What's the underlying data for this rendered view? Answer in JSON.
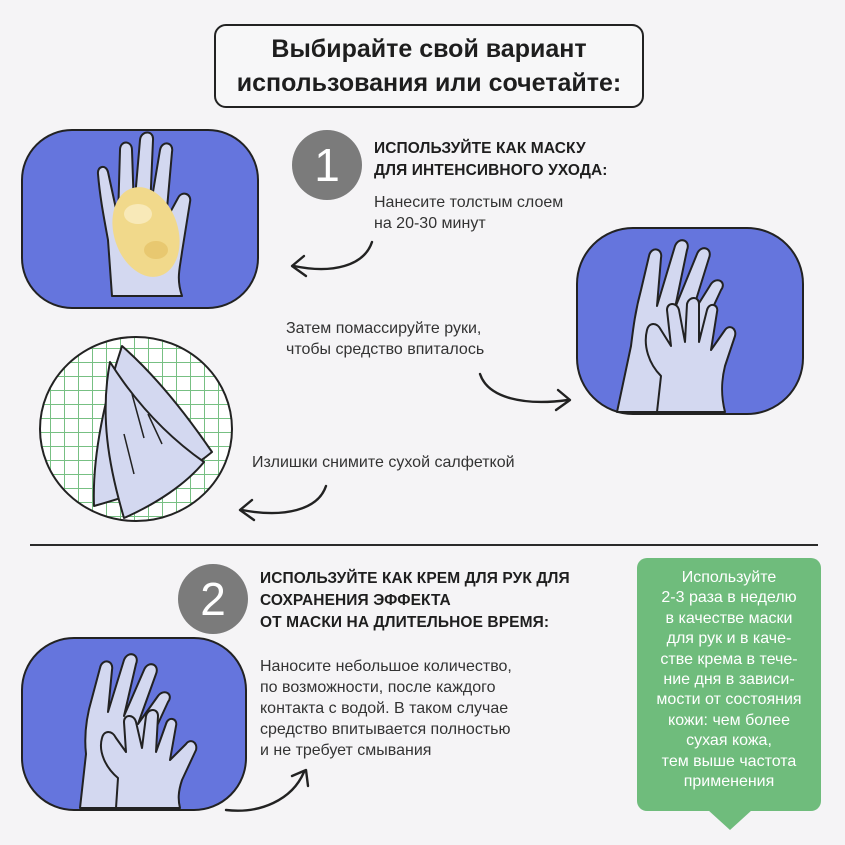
{
  "title": {
    "line1": "Выбирайте свой вариант",
    "line2": "использования или сочетайте:"
  },
  "step1": {
    "number": "1",
    "heading_line1": "ИСПОЛЬЗУЙТЕ КАК МАСКУ",
    "heading_line2": "ДЛЯ ИНТЕНСИВНОГО УХОДА:",
    "text_line1": "Нанесите толстым слоем",
    "text_line2": "на 20-30 минут",
    "massage_line1": "Затем помассируйте руки,",
    "massage_line2": "чтобы средство впиталось",
    "wipe_text": "Излишки снимите сухой салфеткой"
  },
  "step2": {
    "number": "2",
    "heading_line1": "ИСПОЛЬЗУЙТЕ КАК КРЕМ ДЛЯ РУК ДЛЯ",
    "heading_line2": "СОХРАНЕНИЯ ЭФФЕКТА",
    "heading_line3": "ОТ МАСКИ НА ДЛИТЕЛЬНОЕ ВРЕМЯ:",
    "text_lines": [
      "Наносите небольшое количество,",
      "по возможности, после каждого",
      "контакта с водой. В таком случае",
      "средство впитывается полностью",
      "и не требует смывания"
    ]
  },
  "tip": {
    "lines": [
      "Используйте",
      "2-3 раза в неделю",
      "в качестве маски",
      "для рук и в каче-",
      "стве крема в тече-",
      "ние дня в зависи-",
      "мости от состояния",
      "кожи: чем более",
      "сухая кожа,",
      "тем выше частота",
      "применения"
    ]
  },
  "colors": {
    "accent_blue": "#6575dd",
    "glove": "#d3d8f0",
    "cream": "#f1d98b",
    "grid_green": "#77c083",
    "tip_green": "#6fbc7c",
    "number_gray": "#7b7b7b"
  }
}
